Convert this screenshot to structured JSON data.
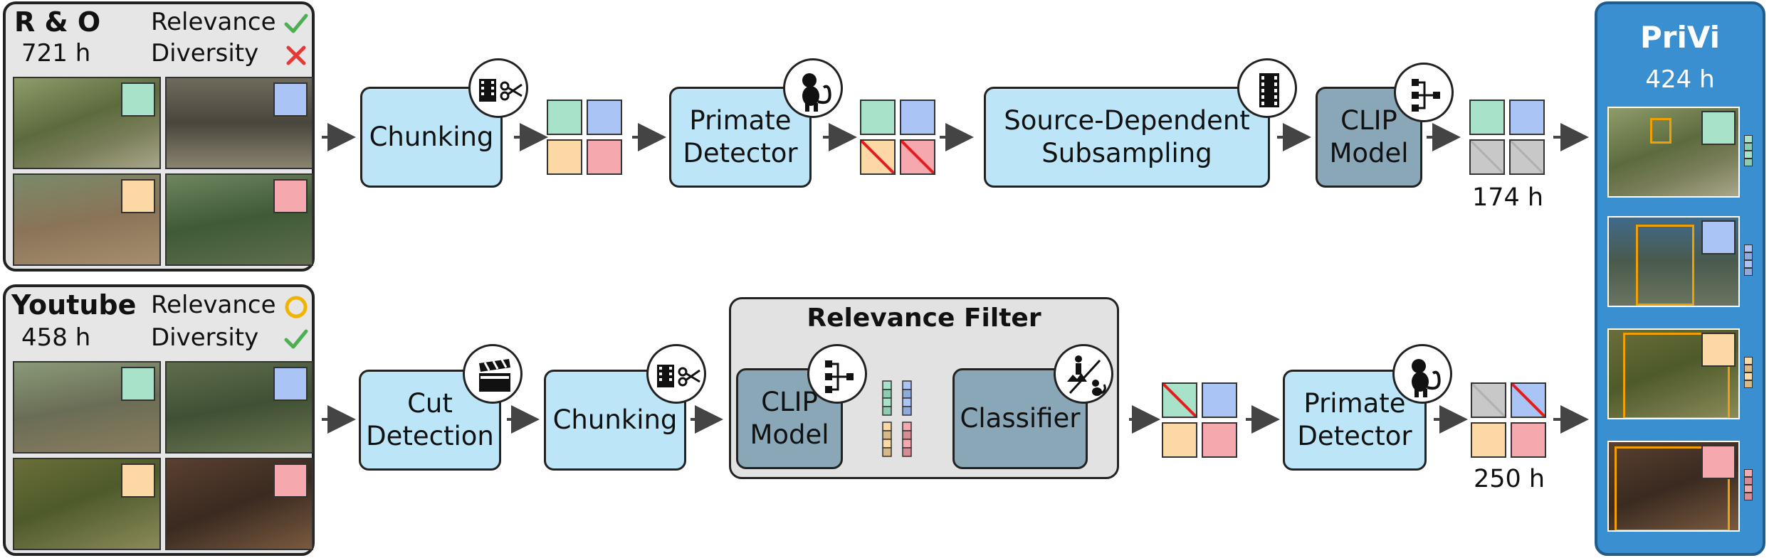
{
  "colors": {
    "green": "#a8e3c9",
    "blue": "#a9c4f5",
    "orange": "#fbd8a4",
    "red": "#f5a9ae",
    "gray": "#c8c8c8",
    "box_light": "#bde5f8",
    "box_dark": "#8aa7b8",
    "privi_blue": "#3a8fd1",
    "panel_gray": "#e6e6e6",
    "check_green": "#4caf50",
    "cross_red": "#e53935",
    "circle_orange": "#f0b400"
  },
  "sources": {
    "ro": {
      "title": "R & O",
      "hours": "721 h",
      "relevance_label": "Relevance",
      "diversity_label": "Diversity",
      "relevance_mark": "check",
      "diversity_mark": "cross"
    },
    "youtube": {
      "title": "Youtube",
      "hours": "458 h",
      "relevance_label": "Relevance",
      "diversity_label": "Diversity",
      "relevance_mark": "circle",
      "diversity_mark": "check"
    }
  },
  "top_pipeline": {
    "chunking": {
      "label": "Chunking",
      "icon": "film-scissors-icon"
    },
    "primate_detector": {
      "label_line1": "Primate",
      "label_line2": "Detector",
      "icon": "monkey-icon"
    },
    "subsampling": {
      "label_line1": "Source-Dependent",
      "label_line2": "Subsampling",
      "icon": "film-strip-icon"
    },
    "clip": {
      "label_line1": "CLIP",
      "label_line2": "Model",
      "icon": "hierarchy-icon"
    },
    "output_hours": "174 h"
  },
  "bottom_pipeline": {
    "cut_detection": {
      "label_line1": "Cut",
      "label_line2": "Detection",
      "icon": "clapperboard-icon"
    },
    "chunking": {
      "label": "Chunking",
      "icon": "film-scissors-icon"
    },
    "relevance_filter": {
      "title": "Relevance Filter",
      "clip": {
        "label_line1": "CLIP",
        "label_line2": "Model",
        "icon": "hierarchy-icon"
      },
      "classifier": {
        "label": "Classifier",
        "icon": "person-landscape-monkey-icon"
      }
    },
    "primate_detector": {
      "label_line1": "Primate",
      "label_line2": "Detector",
      "icon": "monkey-icon"
    },
    "output_hours": "250 h"
  },
  "result": {
    "title": "PriVi",
    "hours": "424 h"
  }
}
